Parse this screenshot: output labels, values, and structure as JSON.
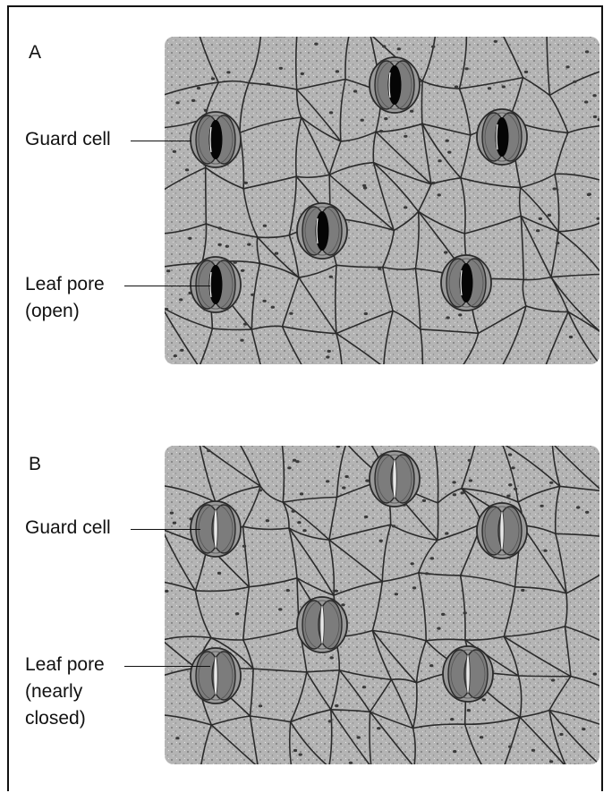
{
  "panels": [
    {
      "letter": "A",
      "state": "open",
      "guard_label": "Guard cell",
      "pore_label_lines": [
        "Leaf pore",
        "(open)"
      ]
    },
    {
      "letter": "B",
      "state": "nearly closed",
      "guard_label": "Guard cell",
      "pore_label_lines": [
        "Leaf pore",
        "(nearly",
        "closed)"
      ]
    }
  ],
  "colors": {
    "tissue_fill": "#b4b4b4",
    "cell_wall": "#2b2b2b",
    "guard_fill": "#7c7c7c",
    "pore_open": "#050505",
    "pore_closed": "#e8e8e8",
    "line": "#111111"
  }
}
